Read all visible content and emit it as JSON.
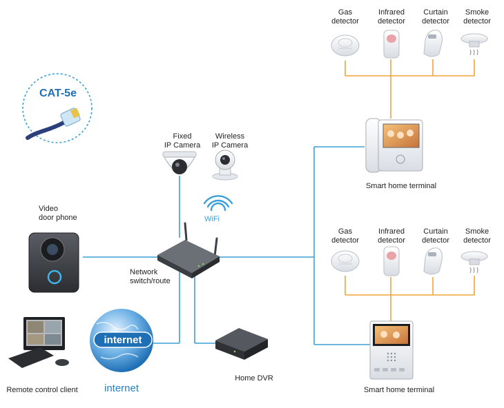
{
  "cable_badge": {
    "label": "CAT-5e"
  },
  "top_group": {
    "detectors": [
      {
        "label": "Gas\ndetector",
        "icon": "gas-detector-icon"
      },
      {
        "label": "Infrared\ndetector",
        "icon": "infrared-detector-icon"
      },
      {
        "label": "Curtain\ndetector",
        "icon": "curtain-detector-icon"
      },
      {
        "label": "Smoke\ndetector",
        "icon": "smoke-detector-icon"
      }
    ],
    "terminal_label": "Smart home terminal"
  },
  "bottom_group": {
    "detectors": [
      {
        "label": "Gas\ndetector",
        "icon": "gas-detector-icon"
      },
      {
        "label": "Infrared\ndetector",
        "icon": "infrared-detector-icon"
      },
      {
        "label": "Curtain\ndetector",
        "icon": "curtain-detector-icon"
      },
      {
        "label": "Smoke\ndetector",
        "icon": "smoke-detector-icon"
      }
    ],
    "terminal_label": "Smart home terminal"
  },
  "cameras": {
    "fixed": "Fixed\nIP Camera",
    "wireless": "Wireless\nIP Camera"
  },
  "wifi_label": "WiFi",
  "door_phone_label": "Video\ndoor phone",
  "switch_label": "Network\nswitch/route",
  "globe_label": "internet",
  "internet_label": "internet",
  "remote_label": "Remote control client",
  "dvr_label": "Home DVR",
  "colors": {
    "blue_line": "#3a9fd6",
    "orange_line": "#f2a33a"
  }
}
